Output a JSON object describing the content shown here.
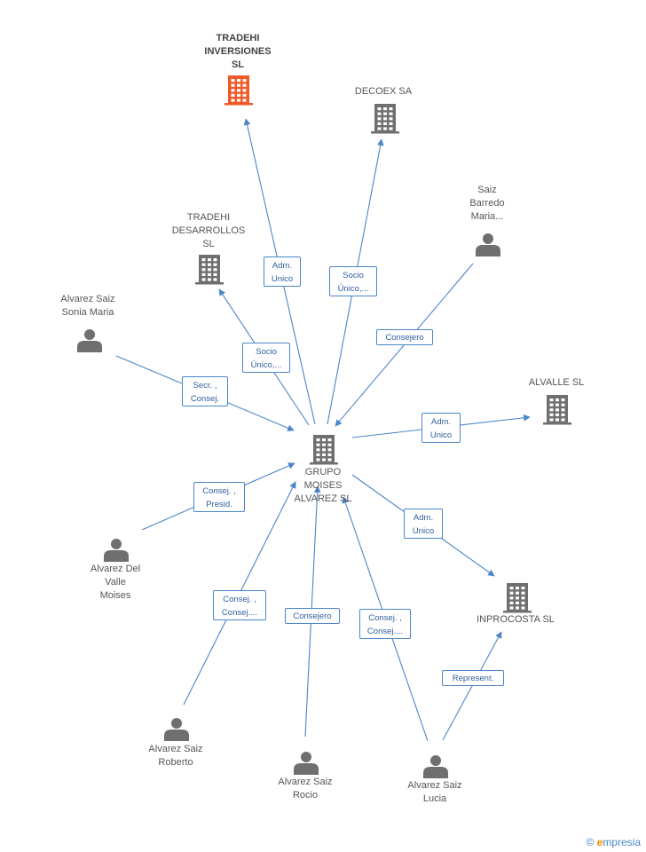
{
  "colors": {
    "edge": "#4a86c8",
    "node": "#6f6f6f",
    "highlight": "#f05a28"
  },
  "nodes": [
    {
      "id": "tradehi_inv",
      "type": "company",
      "highlight": true,
      "label": [
        "TRADEHI",
        "INVERSIONES",
        "SL"
      ]
    },
    {
      "id": "decoex",
      "type": "company",
      "label": [
        "DECOEX SA"
      ]
    },
    {
      "id": "saiz_barredo",
      "type": "person",
      "label": [
        "Saiz",
        "Barredo",
        "Maria..."
      ]
    },
    {
      "id": "tradehi_des",
      "type": "company",
      "label": [
        "TRADEHI",
        "DESARROLLOS",
        "SL"
      ]
    },
    {
      "id": "sonia",
      "type": "person",
      "label": [
        "Alvarez Saiz",
        "Sonia Maria"
      ]
    },
    {
      "id": "alvalle",
      "type": "company",
      "label": [
        "ALVALLE SL"
      ]
    },
    {
      "id": "grupo",
      "type": "company",
      "label": [
        "GRUPO",
        "MOISES",
        "ALVAREZ SL"
      ]
    },
    {
      "id": "moises",
      "type": "person",
      "label": [
        "Alvarez Del",
        "Valle",
        "Moises"
      ]
    },
    {
      "id": "inprocosta",
      "type": "company",
      "label": [
        "INPROCOSTA SL"
      ]
    },
    {
      "id": "roberto",
      "type": "person",
      "label": [
        "Alvarez Saiz",
        "Roberto"
      ]
    },
    {
      "id": "rocio",
      "type": "person",
      "label": [
        "Alvarez Saiz",
        "Rocio"
      ]
    },
    {
      "id": "lucia",
      "type": "person",
      "label": [
        "Alvarez Saiz",
        "Lucia"
      ]
    }
  ],
  "edges": [
    {
      "from": "grupo",
      "to": "tradehi_inv",
      "label": [
        "Adm.",
        "Unico"
      ]
    },
    {
      "from": "grupo",
      "to": "decoex",
      "label": [
        "Socio",
        "Único,..."
      ]
    },
    {
      "from": "saiz_barredo",
      "to": "grupo",
      "label": [
        "Consejero"
      ]
    },
    {
      "from": "grupo",
      "to": "tradehi_des",
      "label": [
        "Socio",
        "Único,..."
      ]
    },
    {
      "from": "sonia",
      "to": "grupo",
      "label": [
        "Secr. ,",
        "Consej."
      ]
    },
    {
      "from": "grupo",
      "to": "alvalle",
      "label": [
        "Adm.",
        "Unico"
      ]
    },
    {
      "from": "moises",
      "to": "grupo",
      "label": [
        "Consej. ,",
        "Presid."
      ]
    },
    {
      "from": "grupo",
      "to": "inprocosta",
      "label": [
        "Adm.",
        "Unico"
      ]
    },
    {
      "from": "roberto",
      "to": "grupo",
      "label": [
        "Consej. ,",
        "Consej...."
      ]
    },
    {
      "from": "rocio",
      "to": "grupo",
      "label": [
        "Consejero"
      ]
    },
    {
      "from": "lucia",
      "to": "grupo",
      "label": [
        "Consej. ,",
        "Consej...."
      ]
    },
    {
      "from": "lucia",
      "to": "inprocosta",
      "label": [
        "Represent."
      ]
    }
  ],
  "watermark": {
    "symbol": "©",
    "brand_initial": "e",
    "brand_rest": "mpresia"
  }
}
